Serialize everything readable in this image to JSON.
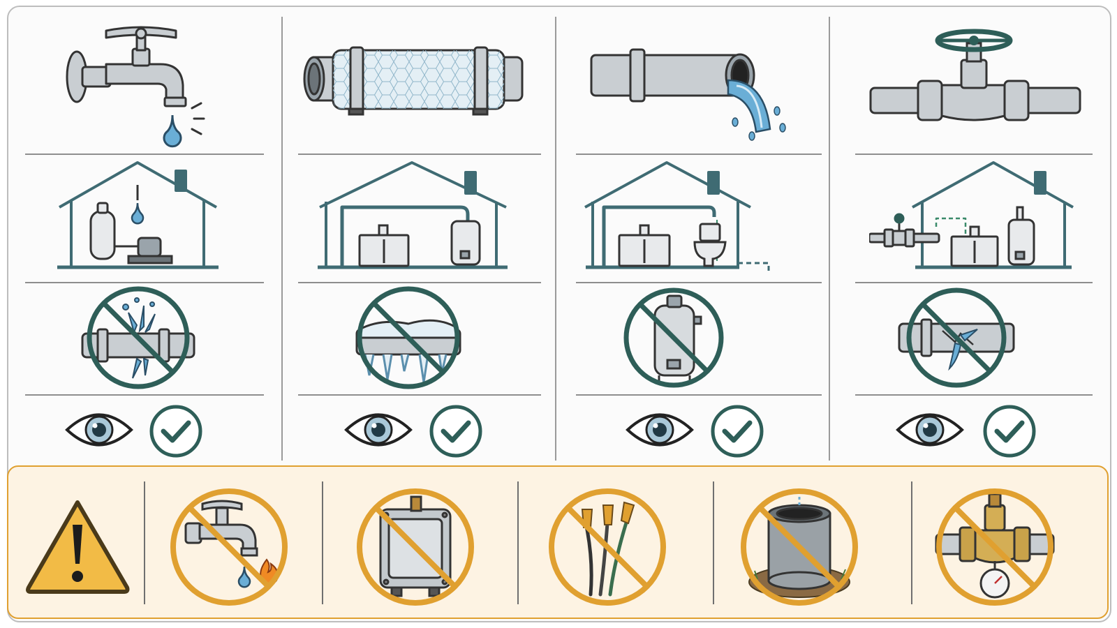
{
  "sections": [
    {
      "id": "faucet",
      "rows": [
        "dripping-faucet",
        "house-pressure-tank-pump",
        "no-burst-pipe",
        "inspect-and-approve"
      ]
    },
    {
      "id": "insulated-pipe",
      "rows": [
        "insulated-pipe",
        "house-water-heater-piping",
        "no-frozen-pipe",
        "inspect-and-approve"
      ]
    },
    {
      "id": "open-pipe",
      "rows": [
        "open-pipe-outflow",
        "house-toilet-drain",
        "no-water-heater",
        "inspect-and-approve"
      ]
    },
    {
      "id": "shutoff-valve",
      "rows": [
        "inline-gate-valve",
        "house-main-shutoff",
        "no-cracked-pipe",
        "inspect-and-approve"
      ]
    }
  ],
  "warnings": [
    "no-faucet-near-heat",
    "no-electrical-box",
    "no-bare-wires",
    "no-open-well",
    "no-pressure-valve"
  ],
  "colors": {
    "teal": "#2e5e58",
    "amber": "#e0a030",
    "panel": "#fdf3e3",
    "water": "#6aaed6",
    "steel": "#c9ced2"
  }
}
